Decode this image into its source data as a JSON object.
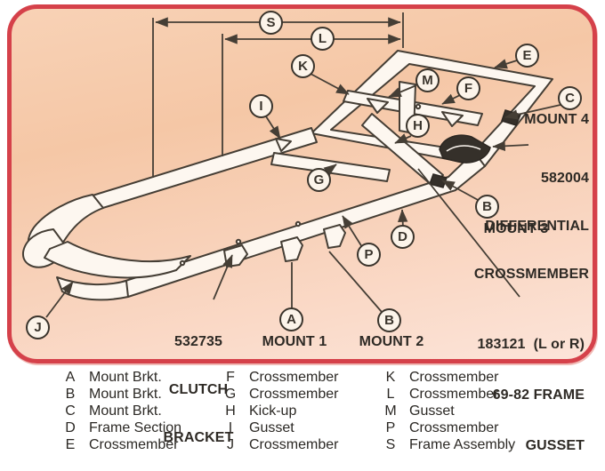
{
  "colors": {
    "card_border": "#d5414a",
    "bg_top": "#f5c7a6",
    "bg_bottom": "#fce4d9",
    "ink": "#3a342c"
  },
  "diagram": {
    "callouts": {
      "s": "S",
      "l": "L",
      "k": "K",
      "i": "I",
      "e": "E",
      "m": "M",
      "f": "F",
      "c": "C",
      "h": "H",
      "g": "G",
      "b_mount3": "B",
      "d": "D",
      "p": "P",
      "j": "J",
      "a": "A",
      "b_mount2": "B"
    },
    "labels": {
      "mount1": "MOUNT 1",
      "mount2": "MOUNT 2",
      "mount3": "MOUNT 3",
      "mount4": "MOUNT 4",
      "diff_part": {
        "line1": "582004",
        "line2": "DIFFERENTIAL",
        "line3": "CROSSMEMBER"
      },
      "clutch": {
        "line1": "532735",
        "line2": "CLUTCH",
        "line3": "BRACKET"
      },
      "frame_gusset": {
        "line1": "183121  (L or R)",
        "line2": "69-82 FRAME",
        "line3": "GUSSET"
      }
    }
  },
  "legend": [
    {
      "items": [
        {
          "letter": "A",
          "label": "Mount Brkt."
        },
        {
          "letter": "B",
          "label": "Mount Brkt."
        },
        {
          "letter": "C",
          "label": "Mount Brkt."
        },
        {
          "letter": "D",
          "label": "Frame Section"
        },
        {
          "letter": "E",
          "label": "Crossmember"
        }
      ]
    },
    {
      "items": [
        {
          "letter": "F",
          "label": "Crossmember"
        },
        {
          "letter": "G",
          "label": "Crossmember"
        },
        {
          "letter": "H",
          "label": "Kick-up"
        },
        {
          "letter": "I",
          "label": "Gusset"
        },
        {
          "letter": "J",
          "label": "Crossmember"
        }
      ]
    },
    {
      "items": [
        {
          "letter": "K",
          "label": "Crossmember"
        },
        {
          "letter": "L",
          "label": "Crossmember"
        },
        {
          "letter": "M",
          "label": "Gusset"
        },
        {
          "letter": "P",
          "label": "Crossmember"
        },
        {
          "letter": "S",
          "label": "Frame Assembly"
        }
      ]
    }
  ]
}
